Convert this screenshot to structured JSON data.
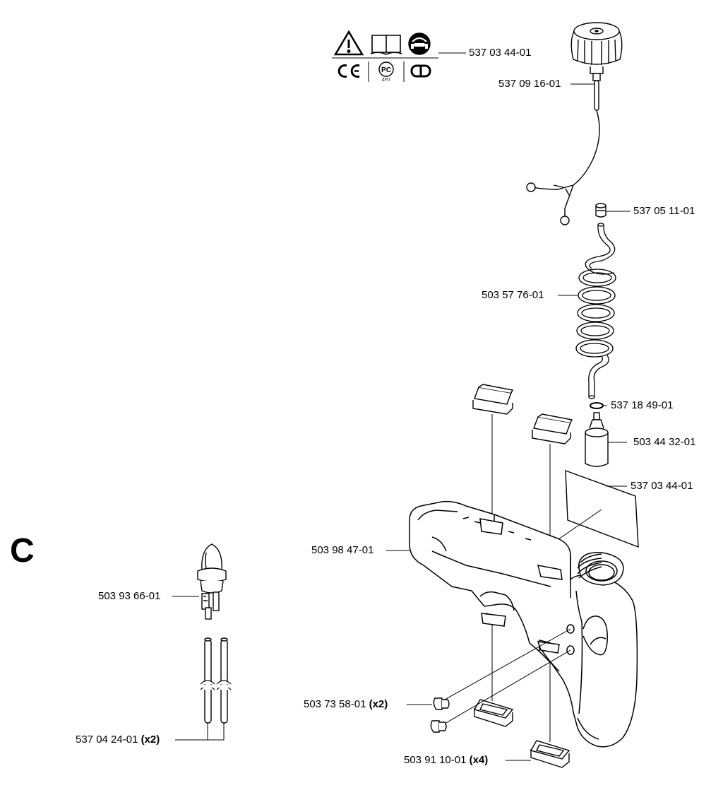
{
  "section_letter": "C",
  "parts": {
    "symbol_decal": "537 03 44-01",
    "fuel_cap": "537 09 16-01",
    "grommet": "537 05 11-01",
    "fuel_hose_coil": "503 57 76-01",
    "o_ring": "537 18 49-01",
    "fuel_filter": "503 44 32-01",
    "label_decal": "537 03 44-01",
    "fuel_tank": "503 98 47-01",
    "primer_bulb": "503 93 66-01",
    "fuel_lines": "537 04 24-01",
    "fuel_lines_qty": "(x2)",
    "plugs": "503 73 58-01",
    "plugs_qty": "(x2)",
    "rubber_mounts": "503 91 10-01",
    "rubber_mounts_qty": "(x4)"
  },
  "decal_symbols": [
    "warning-triangle",
    "manual-book",
    "ear-eye-protection",
    "ce-mark",
    "pct-mark",
    "eac-mark"
  ],
  "decal_small_text": "ДЛ02"
}
